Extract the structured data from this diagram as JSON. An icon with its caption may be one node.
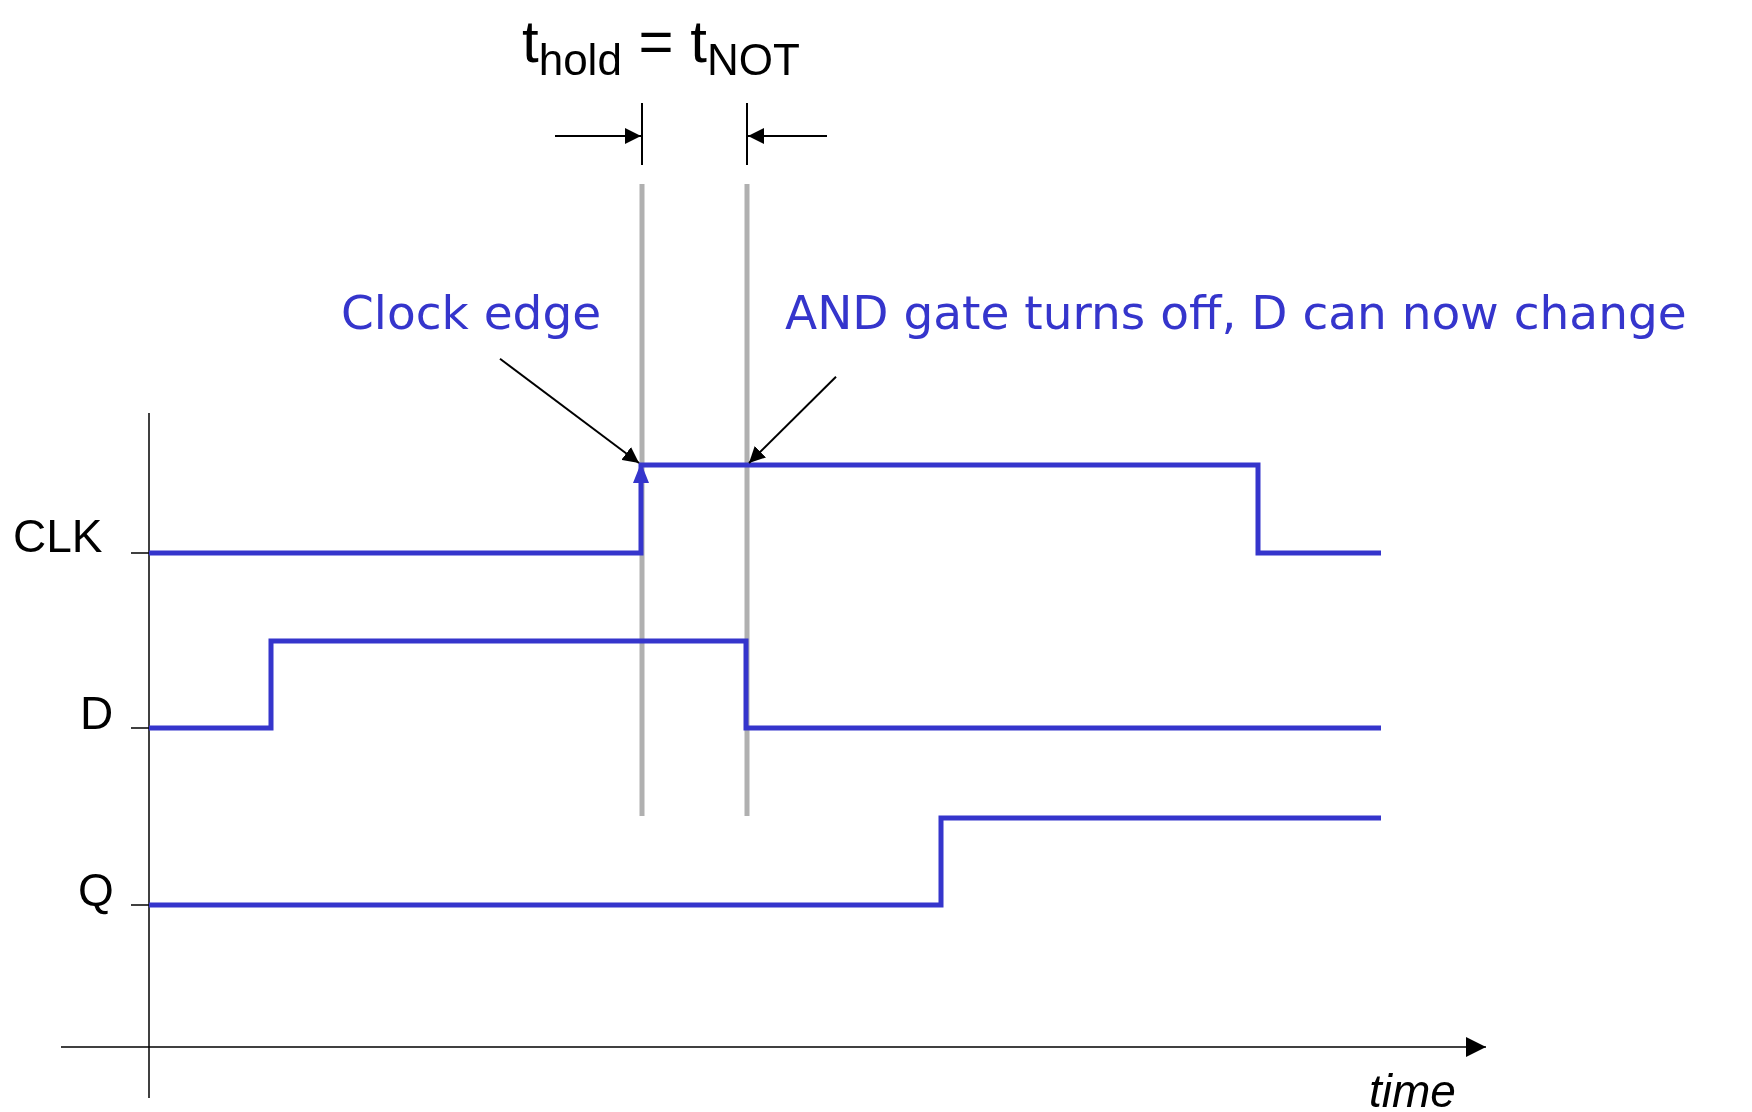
{
  "diagram": {
    "title": "t$_{hold}$ = t$_{NOT}$",
    "nodes": [
      {
        "text": [
          "Clock edge"
        ]
      },
      {
        "text": [
          "AND gate turns off, D can now change"
        ]
      },
      {
        "text": [],
        "shape": "line"
      }
    ],
    "edges": [
      {
        "from": 0,
        "to": 2,
        "arrow": "to"
      },
      {
        "from": 1,
        "to": 2,
        "arrow": "to"
      }
    ],
    "labels": [
      "CLK",
      "D",
      "Q",
      "time"
    ]
  }
}
